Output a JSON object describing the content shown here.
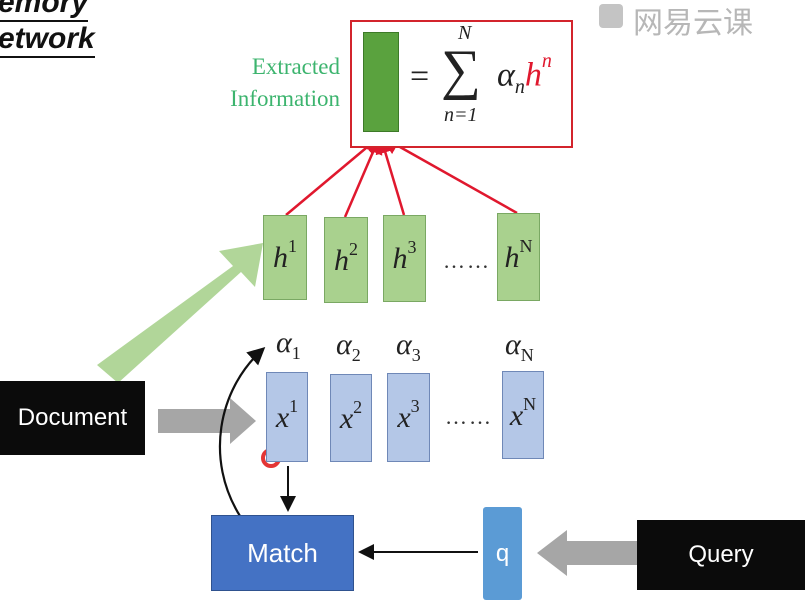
{
  "title": {
    "line1": "emory",
    "line2": "etwork"
  },
  "watermark": {
    "text": "网易云课",
    "icon": "play-icon"
  },
  "extracted": {
    "line1": "Extracted",
    "line2": "Information"
  },
  "formula": {
    "equals": "=",
    "upper": "N",
    "lower": "n=1",
    "alpha_base": "α",
    "alpha_sub": "n",
    "h_base": "h",
    "h_sup": "n"
  },
  "h_boxes": [
    {
      "base": "h",
      "sup": "1"
    },
    {
      "base": "h",
      "sup": "2"
    },
    {
      "base": "h",
      "sup": "3"
    },
    {
      "base": "h",
      "sup": "N"
    }
  ],
  "alphas": [
    {
      "base": "α",
      "sub": "1"
    },
    {
      "base": "α",
      "sub": "2"
    },
    {
      "base": "α",
      "sub": "3"
    },
    {
      "base": "α",
      "sub": "N"
    }
  ],
  "x_boxes": [
    {
      "base": "x",
      "sup": "1"
    },
    {
      "base": "x",
      "sup": "2"
    },
    {
      "base": "x",
      "sup": "3"
    },
    {
      "base": "x",
      "sup": "N"
    }
  ],
  "ellipsis": "……",
  "nodes": {
    "document": "Document",
    "match": "Match",
    "query": "Query",
    "q": "q"
  },
  "colors": {
    "formula_border": "#d3242c",
    "h_red": "#e0182e",
    "green_text": "#3cb46e",
    "green_bar": "#5aa23e",
    "h_box": "#a9d18e",
    "x_box": "#b4c7e7",
    "match": "#4472c4",
    "q": "#5b9bd5",
    "cursor": "#e02020"
  }
}
